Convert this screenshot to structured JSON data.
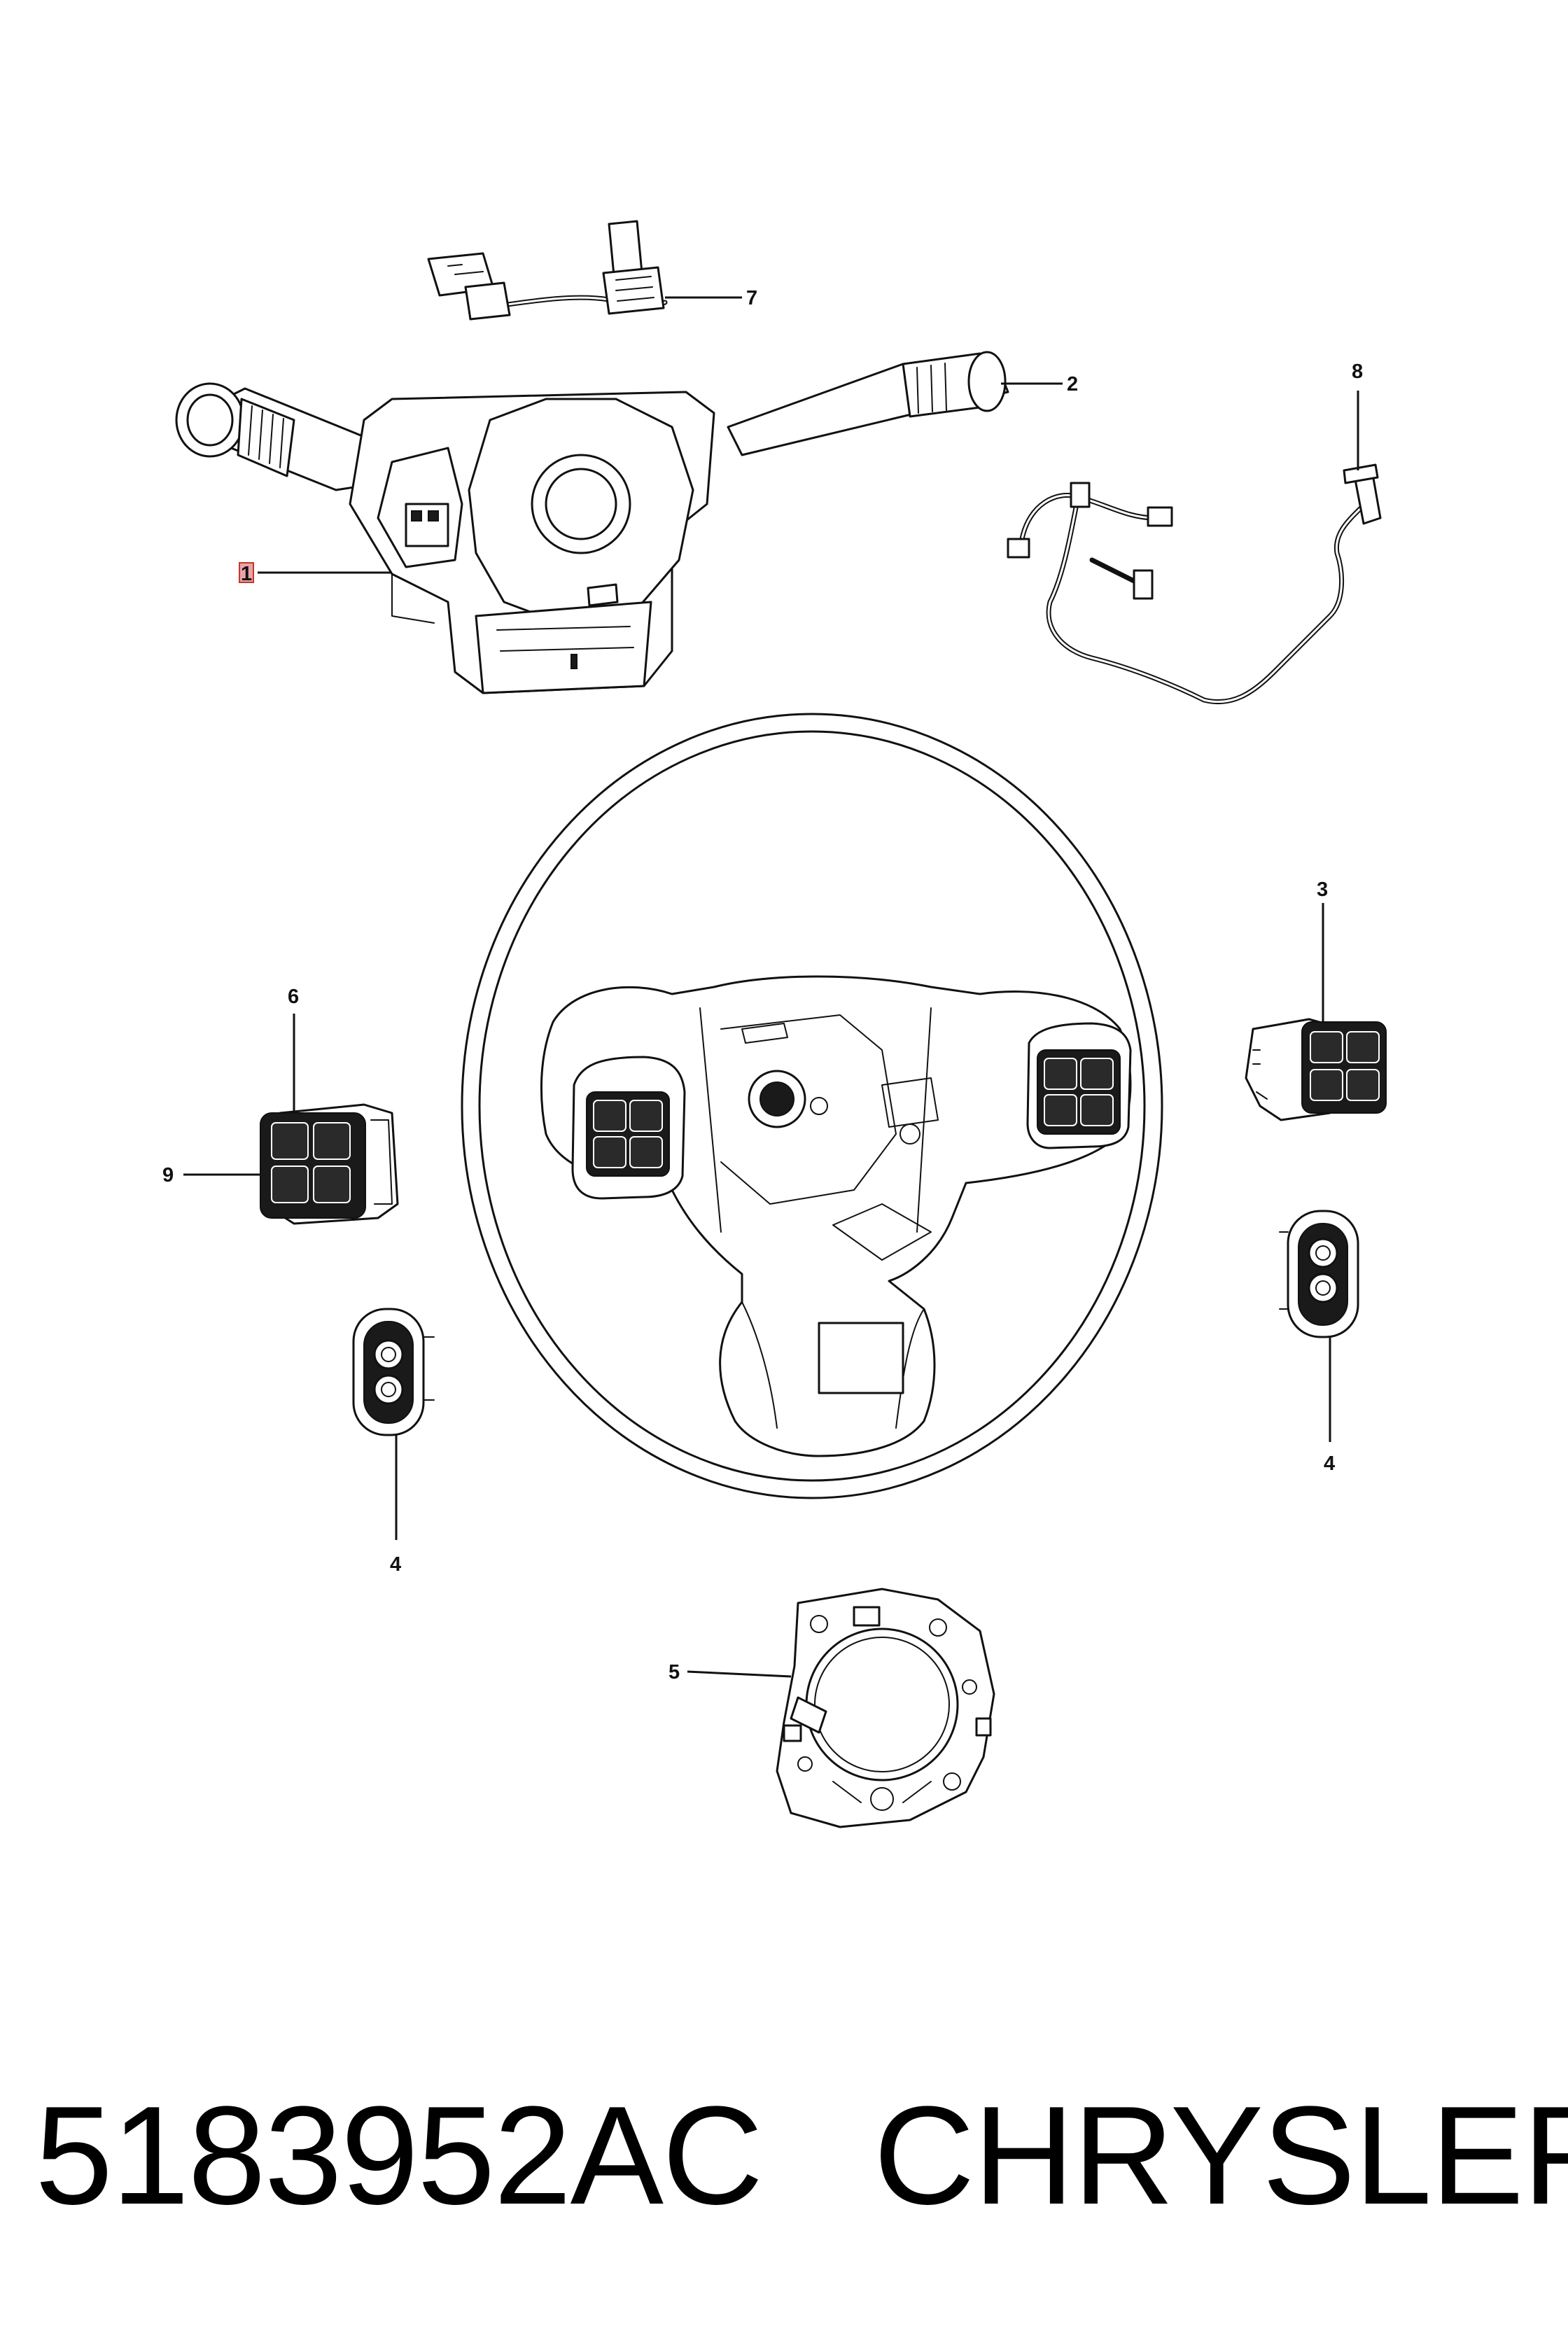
{
  "diagram": {
    "callouts": [
      {
        "id": "c1",
        "label": "1"
      },
      {
        "id": "c2",
        "label": "2"
      },
      {
        "id": "c3",
        "label": "3"
      },
      {
        "id": "c4a",
        "label": "4"
      },
      {
        "id": "c4b",
        "label": "4"
      },
      {
        "id": "c5",
        "label": "5"
      },
      {
        "id": "c6",
        "label": "6"
      },
      {
        "id": "c7",
        "label": "7"
      },
      {
        "id": "c8",
        "label": "8"
      },
      {
        "id": "c9",
        "label": "9"
      }
    ],
    "highlight_color": "#e9a3a8"
  },
  "footer": {
    "part_number": "5183952AC",
    "brand": "CHRYSLER"
  }
}
